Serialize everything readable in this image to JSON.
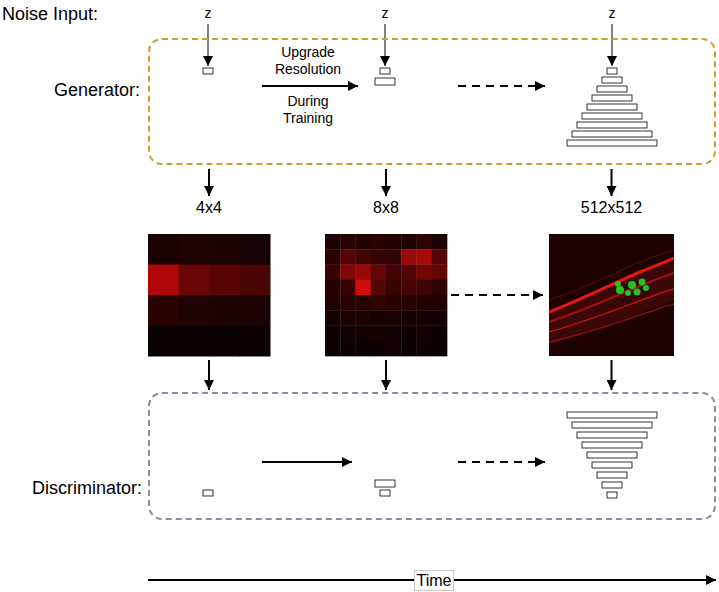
{
  "diagram": {
    "nodes": [
      {
        "text": [
          "Generator:",
          "Upgrade Resolution",
          "During Training"
        ]
      },
      {
        "text": [
          "4x4"
        ]
      },
      {
        "text": [
          "8x8"
        ]
      },
      {
        "text": [
          "512x512"
        ]
      },
      {
        "text": [
          "Discriminator:"
        ]
      }
    ],
    "edges": [
      {
        "from": 0,
        "to": 1,
        "arrow": "to"
      },
      {
        "from": 0,
        "to": 2,
        "arrow": "to"
      },
      {
        "from": 0,
        "to": 3,
        "arrow": "to"
      },
      {
        "from": 2,
        "to": 3,
        "arrow": "to"
      },
      {
        "from": 1,
        "to": 4,
        "arrow": "to"
      },
      {
        "from": 2,
        "to": 4,
        "arrow": "to"
      },
      {
        "from": 3,
        "to": 4,
        "arrow": "to"
      }
    ],
    "labels": [
      "Noise Input:",
      "z",
      "z",
      "z",
      "Time"
    ]
  }
}
